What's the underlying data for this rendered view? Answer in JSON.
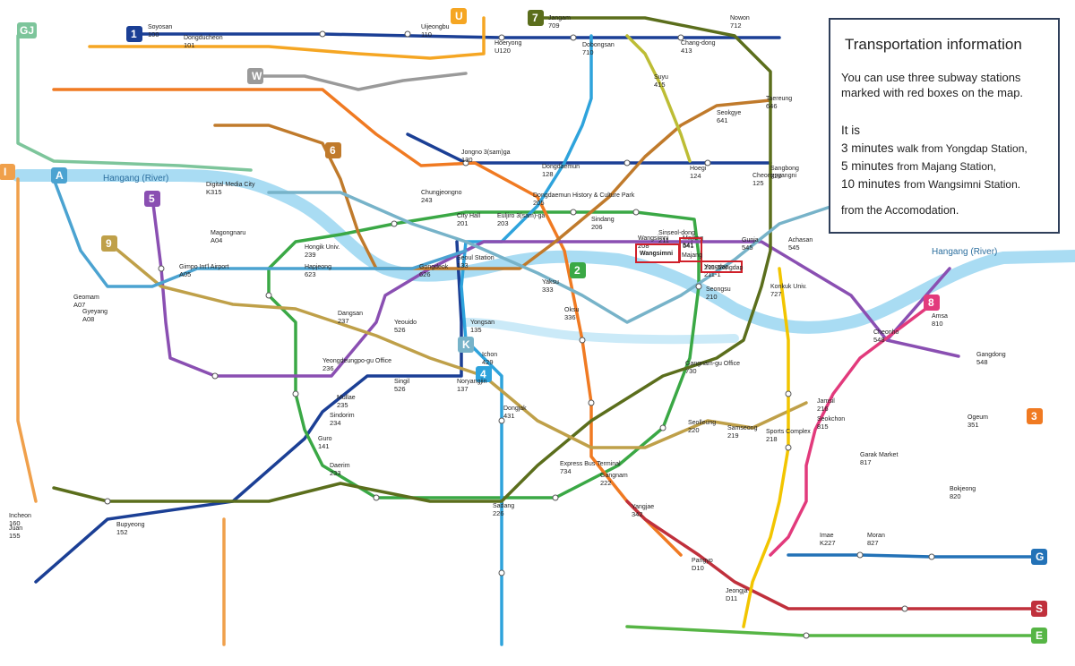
{
  "info_box": {
    "title": "Transportation information",
    "intro": "You can use three subway stations marked with red boxes on the map.",
    "it_is": "It is",
    "rows": [
      {
        "time": "3 minutes",
        "rest": "walk from Yongdap Station,"
      },
      {
        "time": "5 minutes",
        "rest": "from Majang Station,"
      },
      {
        "time": "10 minutes",
        "rest": "from Wangsimni Station."
      }
    ],
    "footer": "from the Accomodation."
  },
  "rivers": [
    {
      "label": "Hangang (River)"
    },
    {
      "label": "Hangang (River)"
    }
  ],
  "highlight": {
    "color": "#d0202a",
    "stations": [
      {
        "name": "Wangsimni",
        "code": "208"
      },
      {
        "name": "Majang",
        "code": "541"
      },
      {
        "name": "Yongdap",
        "code": "211-1"
      }
    ]
  },
  "lines": [
    {
      "id": "1",
      "color": "#1b3f95"
    },
    {
      "id": "2",
      "color": "#3aa845"
    },
    {
      "id": "3",
      "color": "#f07a22"
    },
    {
      "id": "4",
      "color": "#2ea3dc"
    },
    {
      "id": "5",
      "color": "#8a4fb2"
    },
    {
      "id": "6",
      "color": "#c07a2b"
    },
    {
      "id": "7",
      "color": "#5b6e1c"
    },
    {
      "id": "8",
      "color": "#e23a7c"
    },
    {
      "id": "9",
      "color": "#bfa049"
    },
    {
      "id": "A",
      "color": "#4ba3d1"
    },
    {
      "id": "G",
      "color": "#2372b7"
    },
    {
      "id": "S",
      "color": "#c0303c"
    },
    {
      "id": "U",
      "color": "#f5a623"
    },
    {
      "id": "E",
      "color": "#56b545"
    },
    {
      "id": "GJ",
      "color": "#7dc59b"
    },
    {
      "id": "K",
      "color": "#77b3c9"
    },
    {
      "id": "W",
      "color": "#9a9a9a"
    },
    {
      "id": "I",
      "color": "#f0a04b"
    }
  ],
  "stations": [
    {
      "label": "Soyosan",
      "code": "100"
    },
    {
      "label": "Dongducheon",
      "code": "101"
    },
    {
      "label": "Uijeongbu",
      "code": "110"
    },
    {
      "label": "Hoeryong",
      "code": "U120"
    },
    {
      "label": "Jangam",
      "code": "709"
    },
    {
      "label": "Dobongsan",
      "code": "710"
    },
    {
      "label": "Nowon",
      "code": "712"
    },
    {
      "label": "Chang-dong",
      "code": "413"
    },
    {
      "label": "Suyu",
      "code": "415"
    },
    {
      "label": "Seokgye",
      "code": "641"
    },
    {
      "label": "Taereung",
      "code": "646"
    },
    {
      "label": "Sangbong",
      "code": "720"
    },
    {
      "label": "Digital Media City",
      "code": "K315"
    },
    {
      "label": "Hongik Univ.",
      "code": "239"
    },
    {
      "label": "Hapjeong",
      "code": "623"
    },
    {
      "label": "Chungjeongno",
      "code": "243"
    },
    {
      "label": "Seoul Station",
      "code": "133"
    },
    {
      "label": "City Hall",
      "code": "201"
    },
    {
      "label": "Euljiro 3(sam)-ga",
      "code": "203"
    },
    {
      "label": "Dongdaemun History & Culture Park",
      "code": "205"
    },
    {
      "label": "Sindang",
      "code": "206"
    },
    {
      "label": "Jongno 3(sam)ga",
      "code": "130"
    },
    {
      "label": "Dongdaemun",
      "code": "128"
    },
    {
      "label": "Hoegi",
      "code": "124"
    },
    {
      "label": "Cheongnyangni",
      "code": "125"
    },
    {
      "label": "Wangsimni",
      "code": "208"
    },
    {
      "label": "Majang",
      "code": "541"
    },
    {
      "label": "Yongdap",
      "code": "211-1"
    },
    {
      "label": "Sinseol-dong",
      "code": "211"
    },
    {
      "label": "Seongsu",
      "code": "210"
    },
    {
      "label": "Konkuk Univ.",
      "code": "727"
    },
    {
      "label": "Gunja",
      "code": "545"
    },
    {
      "label": "Achasan",
      "code": "545"
    },
    {
      "label": "Yaksu",
      "code": "333"
    },
    {
      "label": "Oksu",
      "code": "336"
    },
    {
      "label": "Gongdeok",
      "code": "626"
    },
    {
      "label": "Yeouido",
      "code": "526"
    },
    {
      "label": "Yongsan",
      "code": "135"
    },
    {
      "label": "Ichon",
      "code": "429"
    },
    {
      "label": "Noryangjin",
      "code": "137"
    },
    {
      "label": "Singil",
      "code": "526"
    },
    {
      "label": "Dangsan",
      "code": "237"
    },
    {
      "label": "Yeongdeungpo-gu Office",
      "code": "236"
    },
    {
      "label": "Mullae",
      "code": "235"
    },
    {
      "label": "Sindorim",
      "code": "234"
    },
    {
      "label": "Guro",
      "code": "141"
    },
    {
      "label": "Daerim",
      "code": "233"
    },
    {
      "label": "Sadang",
      "code": "226"
    },
    {
      "label": "Dongjak",
      "code": "431"
    },
    {
      "label": "Express Bus Terminal",
      "code": "734"
    },
    {
      "label": "Gangnam",
      "code": "222"
    },
    {
      "label": "Yangjae",
      "code": "342"
    },
    {
      "label": "Gangnam-gu Office",
      "code": "730"
    },
    {
      "label": "Seolleung",
      "code": "220"
    },
    {
      "label": "Samseong",
      "code": "219"
    },
    {
      "label": "Sports Complex",
      "code": "218"
    },
    {
      "label": "Jamsil",
      "code": "216"
    },
    {
      "label": "Seokchon",
      "code": "815"
    },
    {
      "label": "Cheonho",
      "code": "548"
    },
    {
      "label": "Gangdong",
      "code": "548"
    },
    {
      "label": "Amsa",
      "code": "810"
    },
    {
      "label": "Garak Market",
      "code": "817"
    },
    {
      "label": "Ogeum",
      "code": "351"
    },
    {
      "label": "Bokjeong",
      "code": "820"
    },
    {
      "label": "Moran",
      "code": "827"
    },
    {
      "label": "Pangyo",
      "code": "D10"
    },
    {
      "label": "Jeongja",
      "code": "D11"
    },
    {
      "label": "Imae",
      "code": "K227"
    },
    {
      "label": "Incheon",
      "code": "160"
    },
    {
      "label": "Juan",
      "code": "155"
    },
    {
      "label": "Bupyeong",
      "code": "152"
    },
    {
      "label": "Geomam",
      "code": "A07"
    },
    {
      "label": "Gyeyang",
      "code": "A08"
    },
    {
      "label": "Gimpo Int'l Airport",
      "code": "A05"
    },
    {
      "label": "Magongnaru",
      "code": "A04"
    },
    {
      "label": "Sangbong",
      "code": "720"
    }
  ]
}
